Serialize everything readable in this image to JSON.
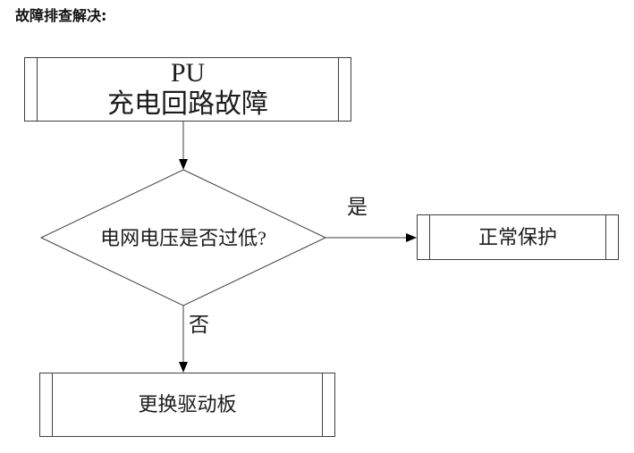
{
  "title": "故障排查解决:",
  "flowchart": {
    "nodes": {
      "start": {
        "line1": "PU",
        "line2": "充电回路故障"
      },
      "decision": {
        "label": "电网电压是否过低?"
      },
      "yes_result": {
        "label": "正常保护"
      },
      "no_result": {
        "label": "更换驱动板"
      }
    },
    "edges": {
      "yes_label": "是",
      "no_label": "否"
    }
  },
  "colors": {
    "line": "#3f3f3f",
    "arrowhead": "#000000",
    "text": "#1c1c1c",
    "background": "#ffffff"
  }
}
